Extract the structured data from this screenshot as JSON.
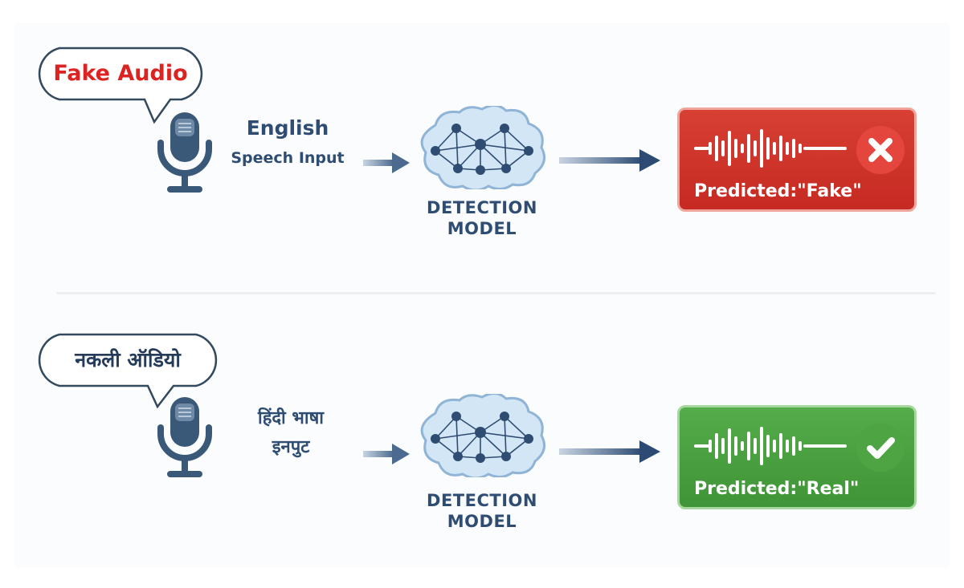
{
  "rows": [
    {
      "bubble": "Fake Audio",
      "input_line1": "English",
      "input_line2": "Speech Input",
      "model_line1": "DETECTION",
      "model_line2": "MODEL",
      "result": "Predicted:\"Fake\"",
      "result_icon": "x-mark-icon",
      "result_color": "#c62a22"
    },
    {
      "bubble": "नकली ऑडियो",
      "input_line1": "हिंदी भाषा",
      "input_line2": "इनपुट",
      "model_line1": "DETECTION",
      "model_line2": "MODEL",
      "result": "Predicted:\"Real\"",
      "result_icon": "check-mark-icon",
      "result_color": "#3f9437"
    }
  ],
  "colors": {
    "fake_accent": "#dd2222",
    "real_accent": "#3f9437",
    "primary_text": "#2f4d72",
    "arrow": "#2c4a74"
  }
}
